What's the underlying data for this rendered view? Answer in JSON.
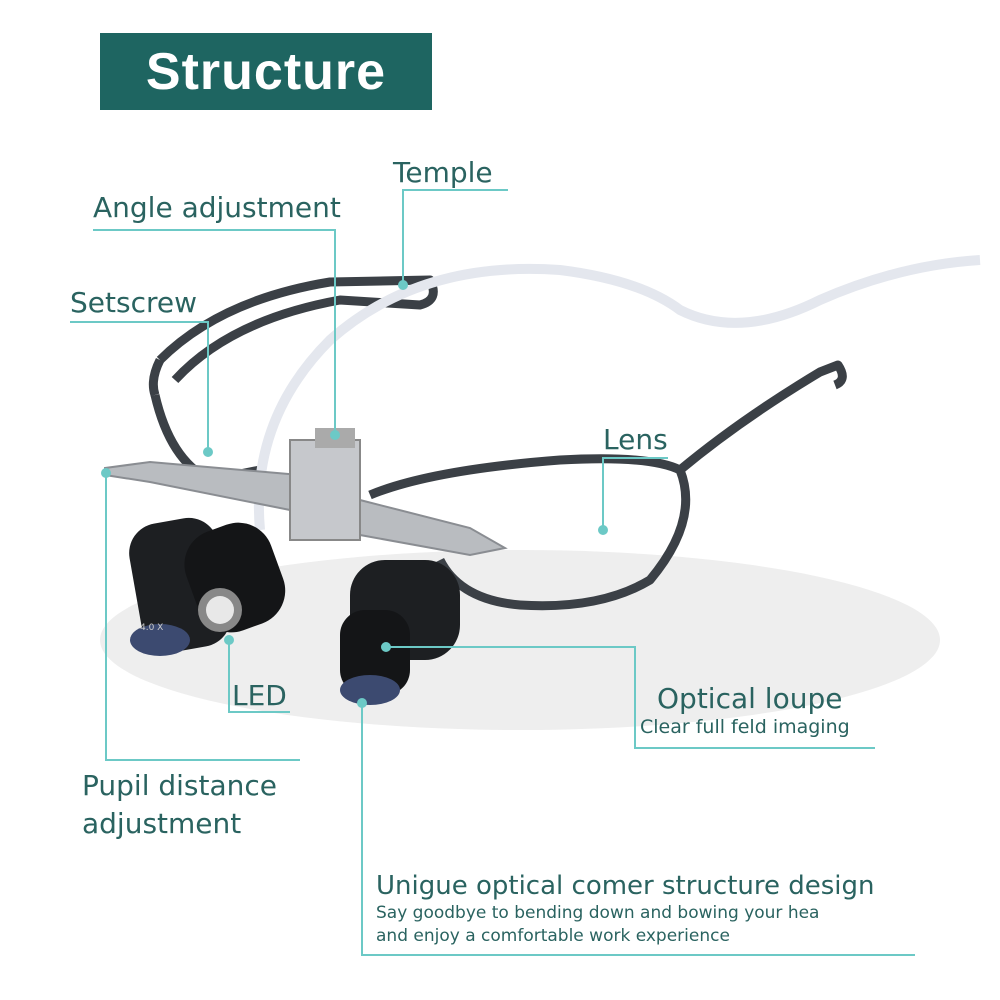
{
  "title": "Structure",
  "labels": {
    "temple": "Temple",
    "angle_adjustment": "Angle adjustment",
    "setscrew": "Setscrew",
    "lens": "Lens",
    "pupil_line1": "Pupil distance",
    "pupil_line2": "adjustment",
    "led": "LED",
    "optical_loupe": "Optical loupe",
    "optical_loupe_sub": "Clear full feld imaging",
    "unique_title": "Unigue optical comer structure design",
    "unique_sub1": "Say goodbye to bending down and bowing your hea",
    "unique_sub2": "and enjoy a comfortable work experience"
  },
  "loupe_marking": "4.0 X",
  "colors": {
    "brand": "#1e6561",
    "text": "#2a6360",
    "leader": "#6cc9c6"
  }
}
